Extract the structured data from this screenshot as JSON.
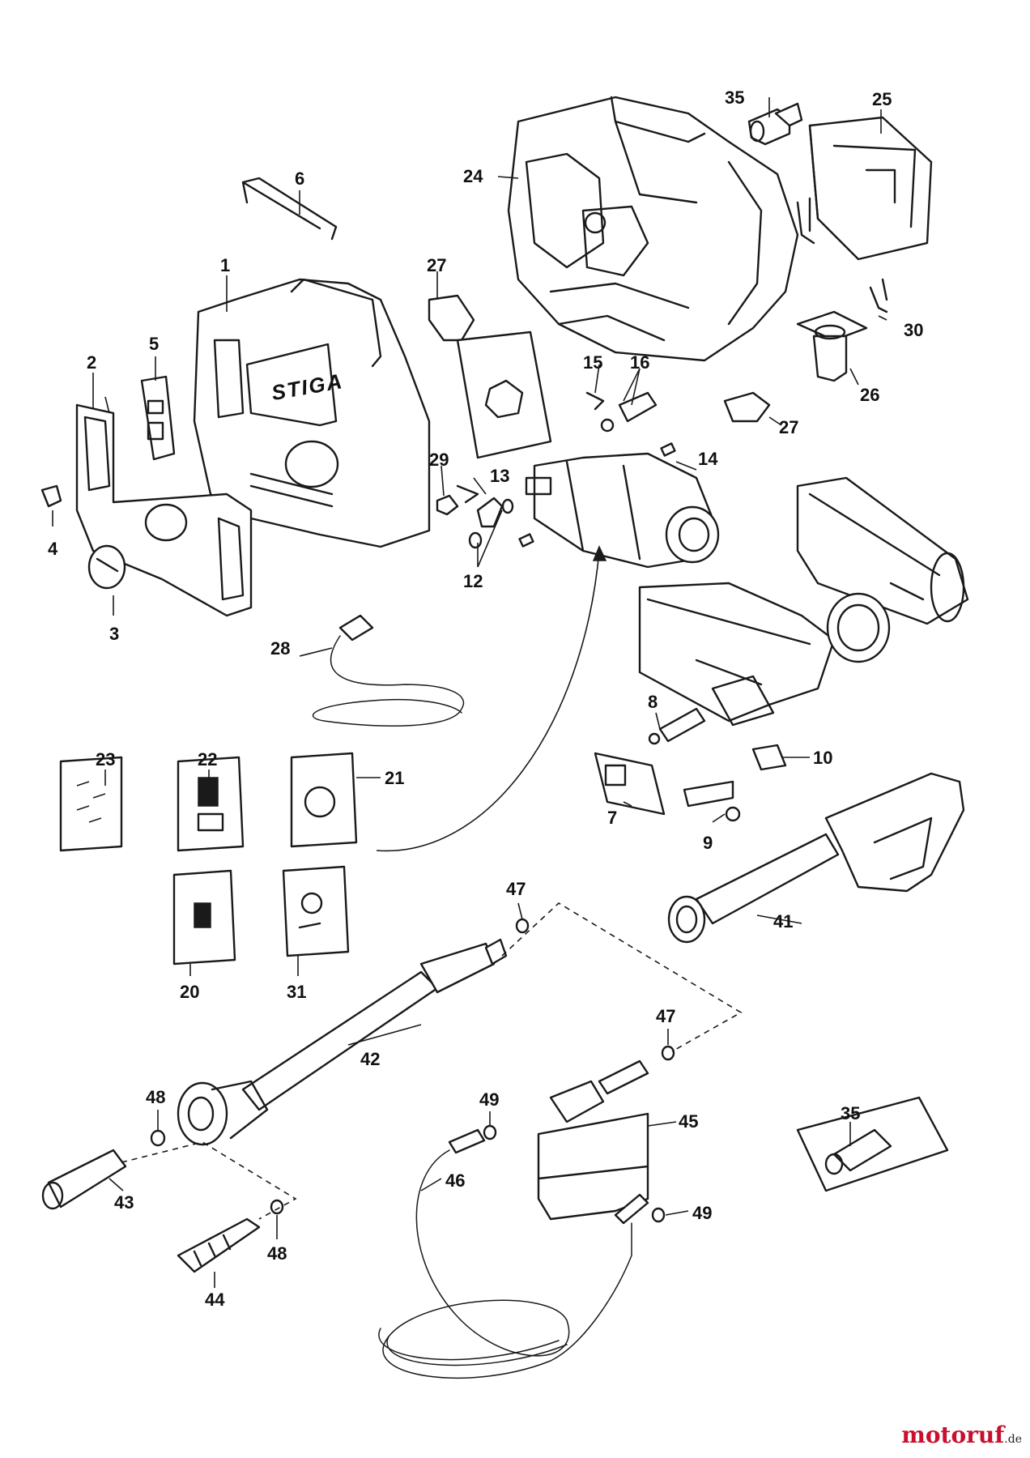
{
  "callouts": [
    "1",
    "2",
    "3",
    "4",
    "5",
    "6",
    "7",
    "8",
    "9",
    "10",
    "12",
    "13",
    "14",
    "15",
    "16",
    "20",
    "21",
    "22",
    "23",
    "24",
    "25",
    "26",
    "27",
    "27",
    "28",
    "29",
    "30",
    "31",
    "35",
    "35",
    "41",
    "42",
    "43",
    "44",
    "45",
    "46",
    "47",
    "47",
    "48",
    "48",
    "49",
    "49"
  ],
  "brand_on_part": "STIGA",
  "watermark": {
    "text": "motoruf",
    "suffix": ".de"
  }
}
